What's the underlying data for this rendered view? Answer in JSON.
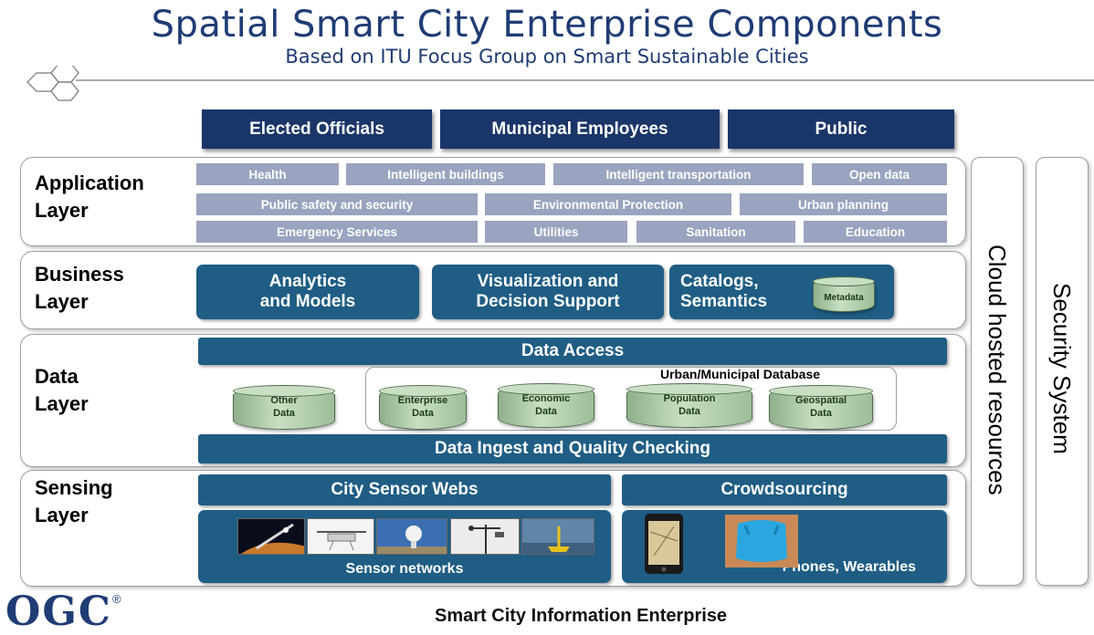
{
  "header": {
    "title": "Spatial Smart City Enterprise Components",
    "subtitle": "Based on ITU Focus Group on Smart Sustainable Cities"
  },
  "stakeholders": [
    "Elected Officials",
    "Municipal Employees",
    "Public"
  ],
  "layers": {
    "application": {
      "label_1": "Application",
      "label_2": "Layer",
      "row1": [
        "Health",
        "Intelligent buildings",
        "Intelligent transportation",
        "Open data"
      ],
      "row2": [
        "Public safety and security",
        "Environmental Protection",
        "Urban planning"
      ],
      "row3": [
        "Emergency Services",
        "Utilities",
        "Sanitation",
        "Education"
      ]
    },
    "business": {
      "label_1": "Business",
      "label_2": "Layer",
      "analytics_1": "Analytics",
      "analytics_2": "and Models",
      "visualization_1": "Visualization and",
      "visualization_2": "Decision Support",
      "catalogs_1": "Catalogs,",
      "catalogs_2": "Semantics",
      "metadata": "Metadata"
    },
    "data": {
      "label_1": "Data",
      "label_2": "Layer",
      "access": "Data Access",
      "municipal_db": "Urban/Municipal Database",
      "other_data_1": "Other",
      "other_data_2": "Data",
      "stores": [
        {
          "l1": "Enterprise",
          "l2": "Data"
        },
        {
          "l1": "Economic",
          "l2": "Data"
        },
        {
          "l1": "Population",
          "l2": "Data"
        },
        {
          "l1": "Geospatial",
          "l2": "Data"
        }
      ],
      "ingest": "Data Ingest and Quality Checking"
    },
    "sensing": {
      "label_1": "Sensing",
      "label_2": "Layer",
      "city_sensor_webs": "City Sensor Webs",
      "crowdsourcing": "Crowdsourcing",
      "sensor_networks": "Sensor networks",
      "phones_wearables": "Phones, Wearables"
    }
  },
  "side": {
    "cloud": "Cloud hosted resources",
    "security": "Security System"
  },
  "footer": {
    "logo": "OGC",
    "registered": "®",
    "caption": "Smart City Information Enterprise"
  },
  "colors": {
    "navy": "#1a3568",
    "teal": "#1f5d84",
    "app_box": "#9aa3bf",
    "cylinder": "#b7d1b1"
  }
}
